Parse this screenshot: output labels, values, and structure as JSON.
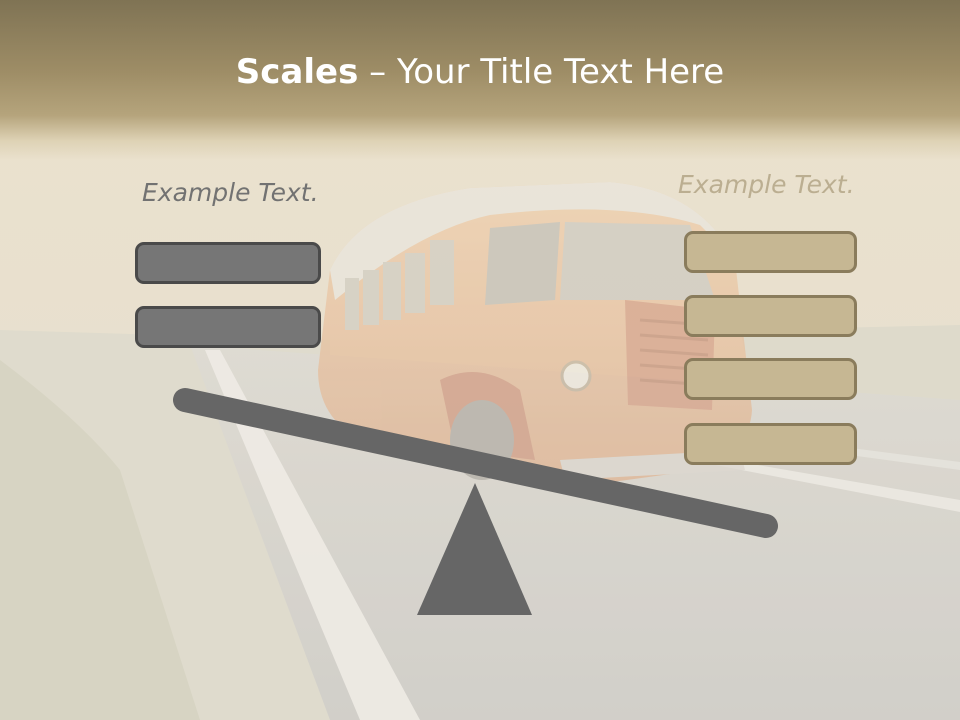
{
  "slide": {
    "title_bold": "Scales",
    "title_rest": " – Your Title Text Here",
    "left_label": "Example Text.",
    "right_label": "Example Text."
  },
  "colors": {
    "header": "#9e8d66",
    "left_boxes": "#767676",
    "right_boxes": "#c6b793",
    "scale": "#666666"
  },
  "scale": {
    "left_boxes": 2,
    "right_boxes": 4
  }
}
